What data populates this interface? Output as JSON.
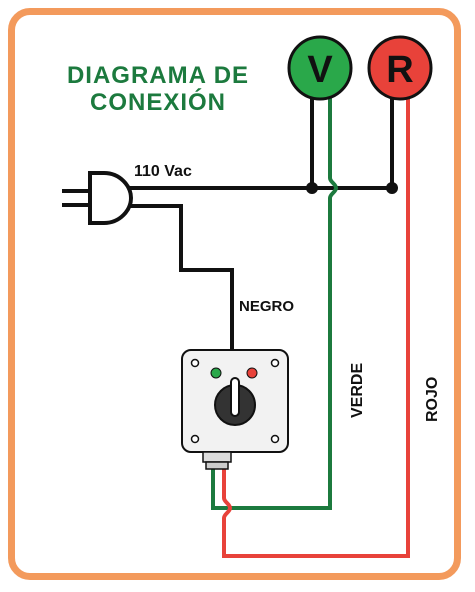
{
  "title": {
    "line1": "DIAGRAMA DE",
    "line2": "CONEXIÓN"
  },
  "lamps": {
    "green": {
      "letter": "V",
      "color": "#2aa84a"
    },
    "red": {
      "letter": "R",
      "color": "#e8423a"
    }
  },
  "labels": {
    "voltage": "110 Vac",
    "black_wire": "NEGRO",
    "green_wire": "VERDE",
    "red_wire": "ROJO"
  },
  "colors": {
    "frame": "#f39a5c",
    "title": "#1c7a3e",
    "wire_black": "#111111",
    "wire_green": "#1c7a3e",
    "wire_red": "#e8423a"
  }
}
